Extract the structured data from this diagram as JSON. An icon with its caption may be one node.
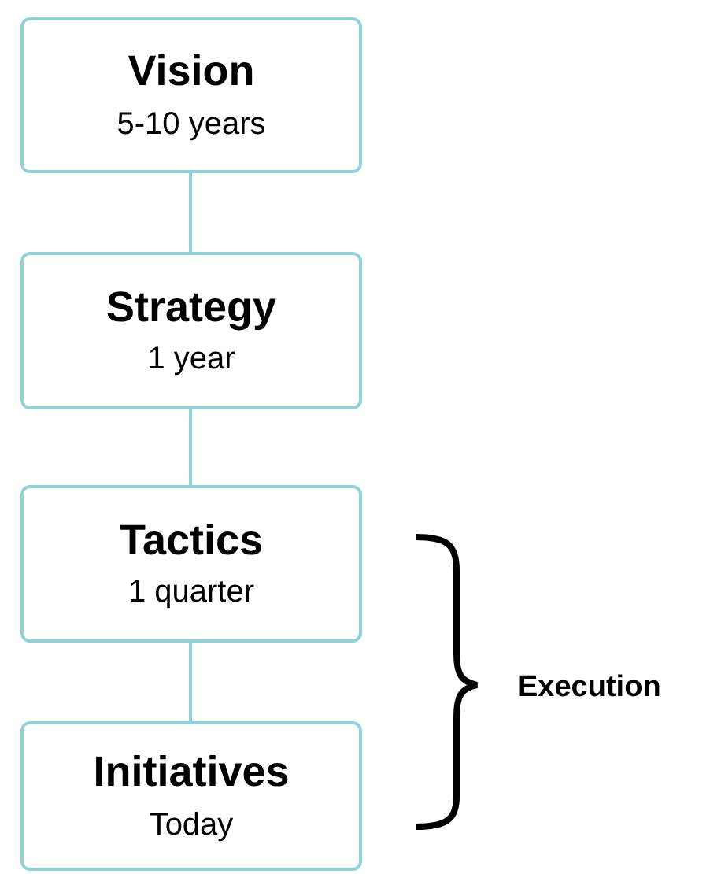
{
  "diagram": {
    "nodes": [
      {
        "text": [
          "Vision",
          "5-10 years"
        ]
      },
      {
        "text": [
          "Strategy",
          "1 year"
        ]
      },
      {
        "text": [
          "Tactics",
          "1 quarter"
        ]
      },
      {
        "text": [
          "Initiatives",
          "Today"
        ]
      }
    ],
    "edges": [
      {
        "from": 0,
        "to": 1,
        "arrow": "none"
      },
      {
        "from": 1,
        "to": 2,
        "arrow": "none"
      },
      {
        "from": 2,
        "to": 3,
        "arrow": "none"
      }
    ],
    "labels": [
      "Execution"
    ]
  }
}
